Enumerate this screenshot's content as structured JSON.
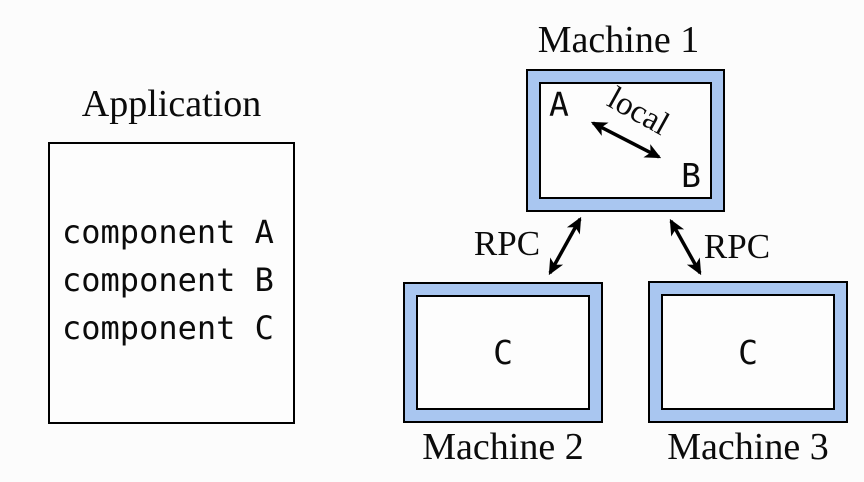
{
  "application": {
    "title": "Application",
    "components": [
      "component A",
      "component B",
      "component C"
    ]
  },
  "machine1": {
    "title": "Machine 1",
    "component_a": "A",
    "component_b": "B",
    "local_label": "local"
  },
  "machine2": {
    "title": "Machine 2",
    "component": "C"
  },
  "machine3": {
    "title": "Machine 3",
    "component": "C"
  },
  "rpc": {
    "left_label": "RPC",
    "right_label": "RPC"
  },
  "colors": {
    "machine_fill": "#a9c6f0",
    "border": "#000000",
    "background": "#fcfcfc",
    "paper": "#fdfdfd"
  }
}
